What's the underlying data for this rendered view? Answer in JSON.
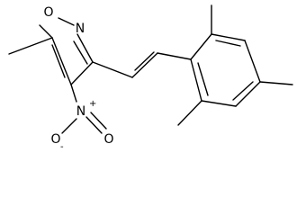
{
  "molecule": {
    "atoms": {
      "ring_oxygen": "O",
      "ring_nitrogen": "N",
      "nitro_nitrogen": "N",
      "nitro_oxygen_single": "O",
      "nitro_oxygen_double": "O"
    },
    "charges": {
      "nitro_nitrogen": "+",
      "nitro_oxygen_single": "-"
    }
  }
}
